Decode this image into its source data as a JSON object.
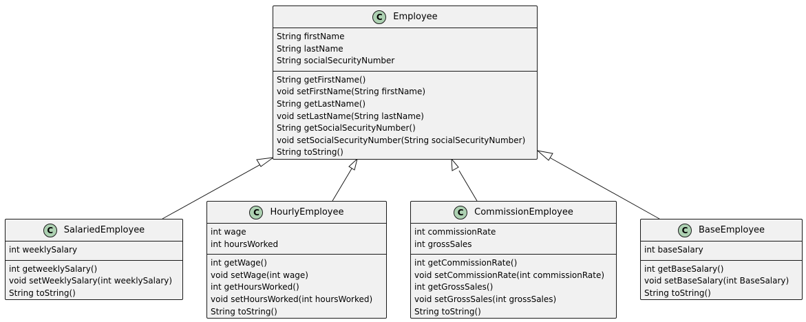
{
  "classes": [
    {
      "id": "employee",
      "badge": "C",
      "name": "Employee",
      "fields": [
        "String firstName",
        "String lastName",
        "String socialSecurityNumber"
      ],
      "methods": [
        "String getFirstName()",
        "void setFirstName(String firstName)",
        "String getLastName()",
        "void setLastName(String lastName)",
        "String getSocialSecurityNumber()",
        "void setSocialSecurityNumber(String socialSecurityNumber)",
        "String toString()"
      ]
    },
    {
      "id": "salaried-employee",
      "badge": "C",
      "name": "SalariedEmployee",
      "fields": [
        "int weeklySalary"
      ],
      "methods": [
        "int getweeklySalary()",
        "void setWeeklySalary(int weeklySalary)",
        "String toString()"
      ]
    },
    {
      "id": "hourly-employee",
      "badge": "C",
      "name": "HourlyEmployee",
      "fields": [
        "int wage",
        "int hoursWorked"
      ],
      "methods": [
        "int getWage()",
        "void setWage(int wage)",
        "int getHoursWorked()",
        "void setHoursWorked(int hoursWorked)",
        "String toString()"
      ]
    },
    {
      "id": "commission-employee",
      "badge": "C",
      "name": "CommissionEmployee",
      "fields": [
        "int commissionRate",
        "int grossSales"
      ],
      "methods": [
        "int getCommissionRate()",
        "void setCommissionRate(int commissionRate)",
        "int getGrossSales()",
        "void setGrossSales(int grossSales)",
        "String toString()"
      ]
    },
    {
      "id": "base-employee",
      "badge": "C",
      "name": "BaseEmployee",
      "fields": [
        "int baseSalary"
      ],
      "methods": [
        "int getBaseSalary()",
        "void setBaseSalary(int BaseSalary)",
        "String toString()"
      ]
    }
  ],
  "relations": [
    {
      "type": "inheritance",
      "from": "SalariedEmployee",
      "to": "Employee"
    },
    {
      "type": "inheritance",
      "from": "HourlyEmployee",
      "to": "Employee"
    },
    {
      "type": "inheritance",
      "from": "CommissionEmployee",
      "to": "Employee"
    },
    {
      "type": "inheritance",
      "from": "BaseEmployee",
      "to": "Employee"
    }
  ],
  "colors": {
    "box_fill": "#f1f1f1",
    "border": "#181818",
    "badge_fill": "#add1b2",
    "line": "#181818",
    "arrowhead_fill": "#ffffff"
  }
}
